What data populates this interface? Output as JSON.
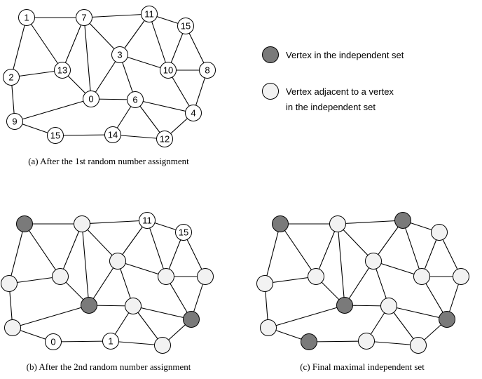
{
  "colors": {
    "in_set": "#7a7a7a",
    "adjacent": "#f2f2f2",
    "unassigned": "#ffffff"
  },
  "legend": [
    {
      "state": "in_set",
      "text": "Vertex in the independent set"
    },
    {
      "state": "adjacent",
      "text": "Vertex adjacent to a vertex",
      "text2": "in the independent set"
    }
  ],
  "edges": [
    [
      "v1",
      "v7"
    ],
    [
      "v1",
      "v13"
    ],
    [
      "v1",
      "v2"
    ],
    [
      "v7",
      "v11"
    ],
    [
      "v7",
      "v13"
    ],
    [
      "v7",
      "v0"
    ],
    [
      "v7",
      "v3"
    ],
    [
      "v11",
      "v15a"
    ],
    [
      "v11",
      "v3"
    ],
    [
      "v11",
      "v10"
    ],
    [
      "v15a",
      "v10"
    ],
    [
      "v15a",
      "v8"
    ],
    [
      "v3",
      "v10"
    ],
    [
      "v3",
      "v0"
    ],
    [
      "v3",
      "v6"
    ],
    [
      "v10",
      "v8"
    ],
    [
      "v10",
      "v4"
    ],
    [
      "v8",
      "v4"
    ],
    [
      "v2",
      "v13"
    ],
    [
      "v2",
      "v9"
    ],
    [
      "v13",
      "v0"
    ],
    [
      "v0",
      "v9"
    ],
    [
      "v0",
      "v6"
    ],
    [
      "v6",
      "v4"
    ],
    [
      "v6",
      "v14"
    ],
    [
      "v6",
      "v12"
    ],
    [
      "v9",
      "v15b"
    ],
    [
      "v15b",
      "v14"
    ],
    [
      "v14",
      "v12"
    ],
    [
      "v12",
      "v4"
    ]
  ],
  "panels": [
    {
      "caption": "(a) After the 1st random number assignment",
      "nodes": {
        "v1": {
          "label": "1",
          "state": "unassigned"
        },
        "v7": {
          "label": "7",
          "state": "unassigned"
        },
        "v11": {
          "label": "11",
          "state": "unassigned"
        },
        "v15a": {
          "label": "15",
          "state": "unassigned"
        },
        "v3": {
          "label": "3",
          "state": "unassigned"
        },
        "v10": {
          "label": "10",
          "state": "unassigned"
        },
        "v8": {
          "label": "8",
          "state": "unassigned"
        },
        "v2": {
          "label": "2",
          "state": "unassigned"
        },
        "v13": {
          "label": "13",
          "state": "unassigned"
        },
        "v0": {
          "label": "0",
          "state": "unassigned"
        },
        "v6": {
          "label": "6",
          "state": "unassigned"
        },
        "v4": {
          "label": "4",
          "state": "unassigned"
        },
        "v9": {
          "label": "9",
          "state": "unassigned"
        },
        "v15b": {
          "label": "15",
          "state": "unassigned"
        },
        "v14": {
          "label": "14",
          "state": "unassigned"
        },
        "v12": {
          "label": "12",
          "state": "unassigned"
        }
      }
    },
    {
      "caption": "(b) After the 2nd random number assignment",
      "nodes": {
        "v1": {
          "label": "",
          "state": "in_set"
        },
        "v7": {
          "label": "",
          "state": "adjacent"
        },
        "v11": {
          "label": "11",
          "state": "unassigned"
        },
        "v15a": {
          "label": "15",
          "state": "unassigned"
        },
        "v3": {
          "label": "",
          "state": "adjacent"
        },
        "v10": {
          "label": "",
          "state": "adjacent"
        },
        "v8": {
          "label": "",
          "state": "adjacent"
        },
        "v2": {
          "label": "",
          "state": "adjacent"
        },
        "v13": {
          "label": "",
          "state": "adjacent"
        },
        "v0": {
          "label": "",
          "state": "in_set"
        },
        "v6": {
          "label": "",
          "state": "adjacent"
        },
        "v4": {
          "label": "",
          "state": "in_set"
        },
        "v9": {
          "label": "",
          "state": "adjacent"
        },
        "v15b": {
          "label": "0",
          "state": "unassigned"
        },
        "v14": {
          "label": "1",
          "state": "unassigned"
        },
        "v12": {
          "label": "",
          "state": "adjacent"
        }
      }
    },
    {
      "caption": "(c) Final maximal independent set",
      "nodes": {
        "v1": {
          "label": "",
          "state": "in_set"
        },
        "v7": {
          "label": "",
          "state": "adjacent"
        },
        "v11": {
          "label": "",
          "state": "in_set"
        },
        "v15a": {
          "label": "",
          "state": "adjacent"
        },
        "v3": {
          "label": "",
          "state": "adjacent"
        },
        "v10": {
          "label": "",
          "state": "adjacent"
        },
        "v8": {
          "label": "",
          "state": "adjacent"
        },
        "v2": {
          "label": "",
          "state": "adjacent"
        },
        "v13": {
          "label": "",
          "state": "adjacent"
        },
        "v0": {
          "label": "",
          "state": "in_set"
        },
        "v6": {
          "label": "",
          "state": "adjacent"
        },
        "v4": {
          "label": "",
          "state": "in_set"
        },
        "v9": {
          "label": "",
          "state": "adjacent"
        },
        "v15b": {
          "label": "",
          "state": "in_set"
        },
        "v14": {
          "label": "",
          "state": "adjacent"
        },
        "v12": {
          "label": "",
          "state": "adjacent"
        }
      }
    }
  ]
}
